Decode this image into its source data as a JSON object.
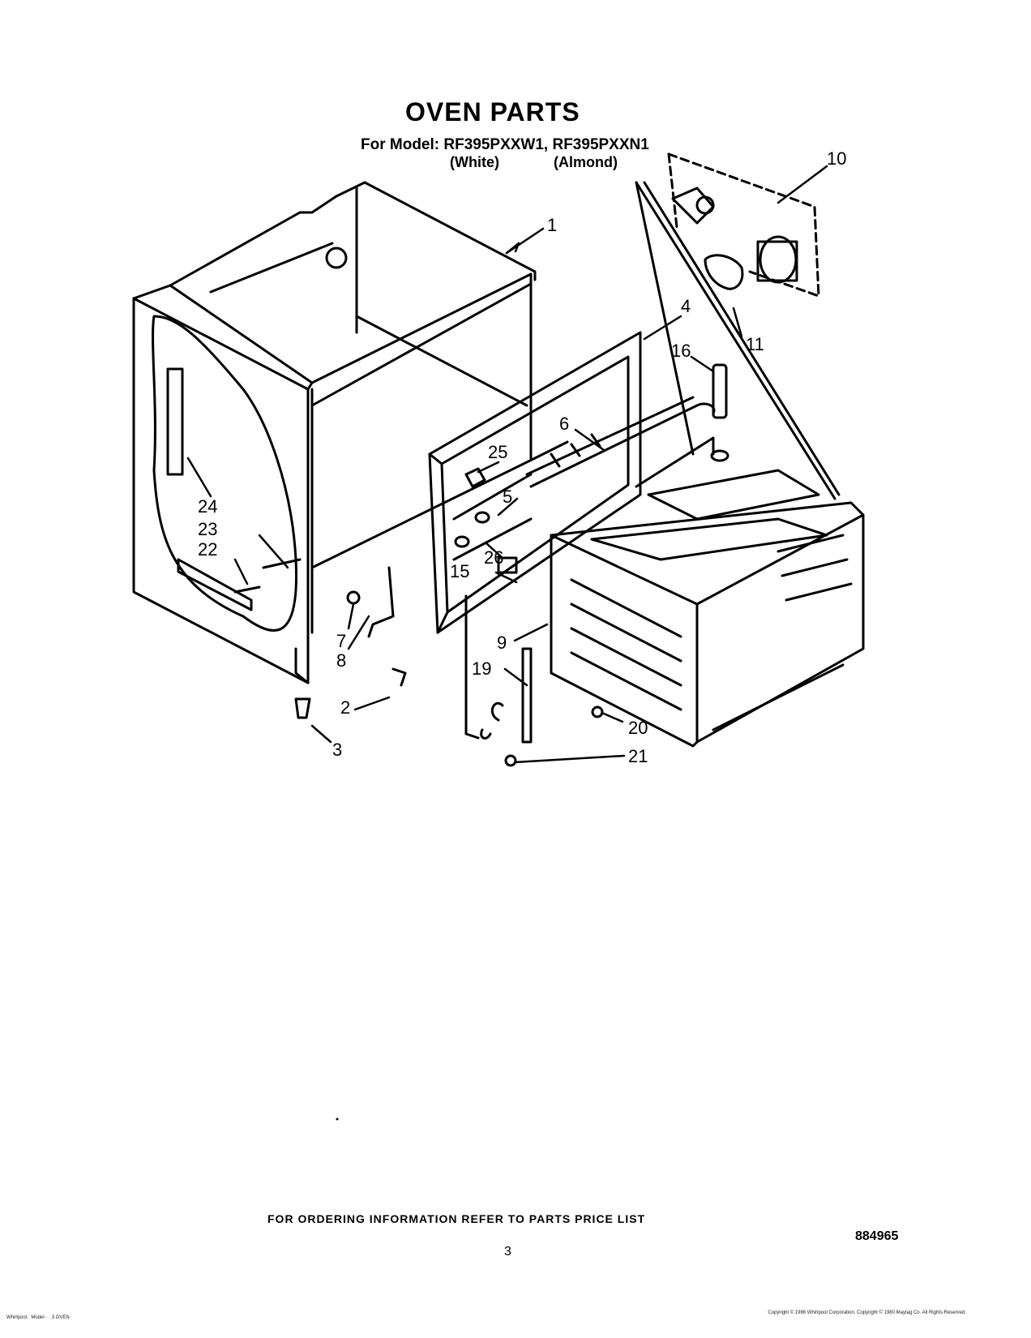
{
  "header": {
    "title": "OVEN PARTS",
    "model_line": "For Model: RF395PXXW1, RF395PXXN1",
    "variant_white": "(White)",
    "variant_almond": "(Almond)"
  },
  "callouts": [
    "1",
    "2",
    "3",
    "4",
    "5",
    "6",
    "7",
    "8",
    "9",
    "10",
    "11",
    "15",
    "16",
    "19",
    "20",
    "21",
    "22",
    "23",
    "24",
    "25",
    "26"
  ],
  "footer": {
    "ordering_note": "FOR ORDERING INFORMATION REFER TO PARTS PRICE LIST",
    "page_number": "3",
    "doc_id": "884965",
    "imprint": "Whirlpool · Model · · 3 OVEN",
    "copyright": "Copyright © 1986 Whirlpool Corporation. Copyright © 1980 Maytag Co. All Rights Reserved."
  }
}
